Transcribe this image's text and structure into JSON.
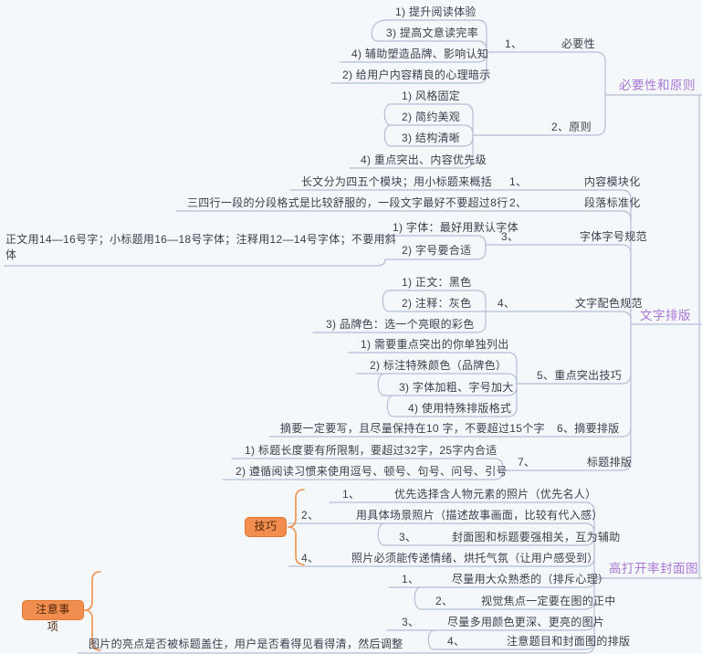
{
  "colors": {
    "background": "#f5f8fb",
    "branch_line": "#b3bfd5",
    "node_text": "#3a3f4b",
    "main_topic_purple": "#a976d4",
    "badge_orange": "#f18d4f",
    "badge_border_orange": "#e0762f"
  },
  "branch_necessity": {
    "title": "必要性和原则",
    "necessity": {
      "num": "1、",
      "label": "必要性",
      "items": [
        "1) 提升阅读体验",
        "3) 提高文意读完率",
        "4) 辅助塑造品牌、影响认知",
        "2) 给用户内容精良的心理暗示"
      ]
    },
    "principle": {
      "label": "2、原则",
      "items": [
        "1) 风格固定",
        "2) 简约美观",
        "3) 结构清晰",
        "4) 重点突出、内容优先级"
      ]
    }
  },
  "branch_typo": {
    "title": "文字排版",
    "modular": {
      "num": "1、",
      "label": "内容模块化",
      "note": "长文分为四五个模块；用小标题来概括"
    },
    "paragraph": {
      "num": "2、",
      "label": "段落标准化",
      "note": "三四行一段的分段格式是比较舒服的，一段文字最好不要超过8行"
    },
    "font": {
      "num": "3、",
      "label": "字体字号规范",
      "item1": "1) 字体：最好用默认字体",
      "item2": "2) 字号要合适",
      "item2_note": "正文用14—16号字；小标题用16—18号字体；注释用12—14号字体；不要用斜体"
    },
    "color": {
      "num": "4、",
      "label": "文字配色规范",
      "items": [
        "1) 正文：黑色",
        "2) 注释：灰色",
        "3) 品牌色：选一个亮眼的彩色"
      ]
    },
    "highlight": {
      "label": "5、重点突出技巧",
      "items": [
        "1) 需要重点突出的你单独列出",
        "2) 标注特殊颜色（品牌色）",
        "3) 字体加粗、字号加大",
        "4) 使用特殊排版格式"
      ]
    },
    "abstract": {
      "label": "6、摘要排版",
      "note": "摘要一定要写，且尽量保持在10 字，不要超过15个字"
    },
    "headline": {
      "num": "7、",
      "label": "标题排版",
      "items": [
        "1) 标题长度要有所限制，要超过32字，25字内合适",
        "2) 遵循阅读习惯来使用逗号、顿号、句号、问号、引号"
      ]
    }
  },
  "branch_cover": {
    "title": "高打开率封面图",
    "skills": {
      "badge": "技巧",
      "items": [
        {
          "num": "1、",
          "text": "优先选择含人物元素的照片（优先名人）"
        },
        {
          "num": "2、",
          "text": "用具体场景照片（描述故事画面，比较有代入感）"
        },
        {
          "num": "3、",
          "text": "封面图和标题要强相关，互为辅助"
        },
        {
          "num": "4、",
          "text": "照片必须能传递情绪、烘托气氛（让用户感受到）"
        }
      ]
    },
    "notes": {
      "badge": "注意事项",
      "items": [
        {
          "num": "1、",
          "text": "尽量用大众熟悉的（排斥心理）"
        },
        {
          "num": "2、",
          "text": "视觉焦点一定要在图的正中"
        },
        {
          "num": "3、",
          "text": "尽量多用颜色更深、更亮的图片"
        },
        {
          "num": "4、",
          "text": "注意题目和封面图的排版"
        }
      ],
      "footnote": "图片的亮点是否被标题盖住，用户是否看得见看得清，然后调整"
    }
  }
}
